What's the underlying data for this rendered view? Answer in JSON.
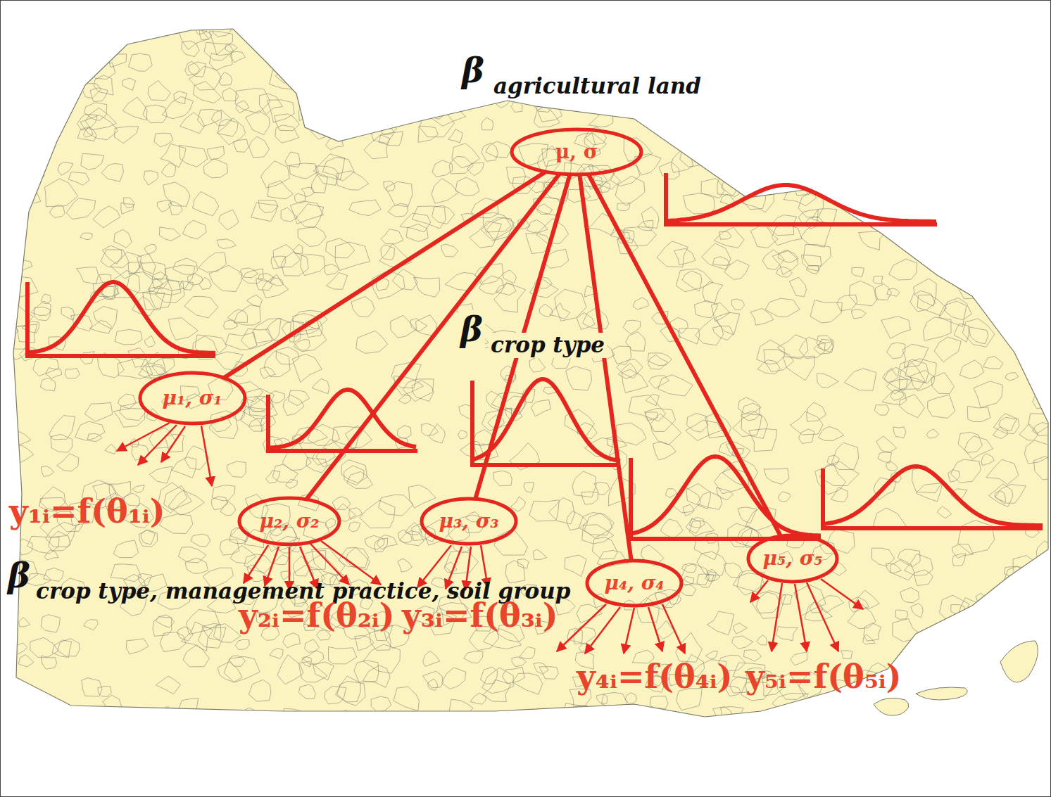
{
  "diagram": {
    "nodes": [
      {
        "text": [
          "μ, σ"
        ]
      },
      {
        "text": [
          "μ₁, σ₁"
        ]
      },
      {
        "text": [
          "μ₂, σ₂"
        ]
      },
      {
        "text": [
          "μ₃, σ₃"
        ]
      },
      {
        "text": [
          "μ₄, σ₄"
        ]
      },
      {
        "text": [
          "μ₅, σ₅"
        ]
      }
    ],
    "edges": [
      {
        "from": 0,
        "to": 1,
        "arrow": "none"
      },
      {
        "from": 0,
        "to": 2,
        "arrow": "none"
      },
      {
        "from": 0,
        "to": 3,
        "arrow": "none"
      },
      {
        "from": 0,
        "to": 4,
        "arrow": "none"
      },
      {
        "from": 0,
        "to": 5,
        "arrow": "none"
      }
    ],
    "labels": [
      "β",
      "agricultural land",
      "β",
      "crop type",
      "β",
      "crop type, management practice, soil group",
      "y₁ᵢ=f(θ₁ᵢ)",
      "y₂ᵢ=f(θ₂ᵢ)",
      "y₃ᵢ=f(θ₃ᵢ)",
      "y₄ᵢ=f(θ₄ᵢ)",
      "y₅ᵢ=f(θ₅ᵢ)"
    ]
  }
}
